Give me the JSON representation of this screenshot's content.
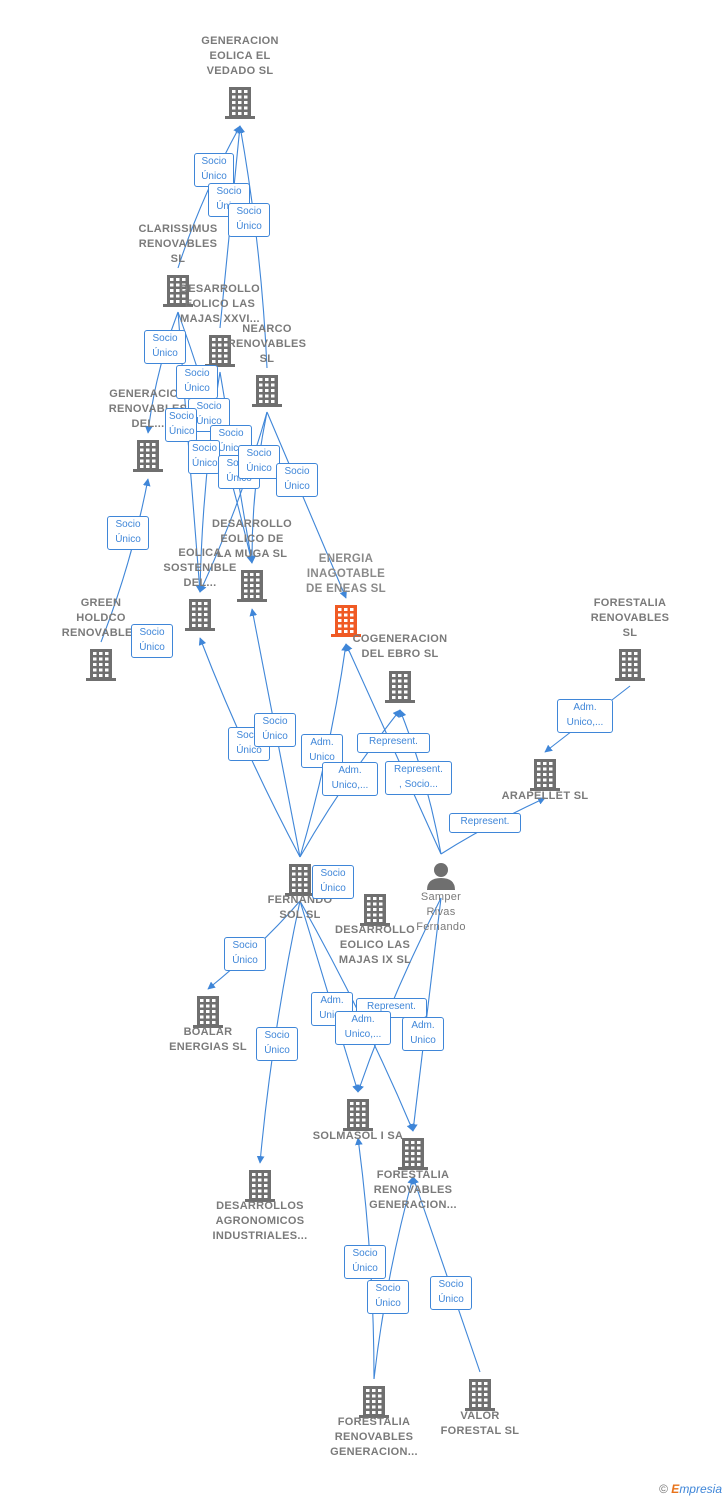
{
  "colors": {
    "edge": "#3f86d8",
    "building": "#6f6f6f",
    "main_building": "#f05a24",
    "badge_border": "#3f86d8",
    "label": "#7a7a7a"
  },
  "nodes": [
    {
      "id": "n1",
      "icon": "building-icon",
      "lines": [
        "GENERACION",
        "EOLICA EL",
        "VEDADO SL"
      ]
    },
    {
      "id": "n2",
      "icon": "building-icon",
      "lines": [
        "CLARISSIMUS",
        "RENOVABLES",
        "SL"
      ]
    },
    {
      "id": "n3",
      "icon": "building-icon",
      "lines": [
        "DESARROLLO",
        "EOLICO LAS",
        "MAJAS XXVI..."
      ]
    },
    {
      "id": "n4",
      "icon": "building-icon",
      "lines": [
        "NEARCO",
        "RENOVABLES",
        "SL"
      ]
    },
    {
      "id": "n5",
      "icon": "building-icon",
      "lines": [
        "GENERACION",
        "RENOVABLES",
        "DEL..."
      ]
    },
    {
      "id": "n6",
      "icon": "building-icon",
      "lines": [
        "DESARROLLO",
        "EOLICO DE",
        "LA MUGA SL"
      ]
    },
    {
      "id": "n7",
      "icon": "building-icon",
      "lines": [
        "EOLICA",
        "SOSTENIBLE",
        "DEL..."
      ]
    },
    {
      "id": "n8",
      "icon": "building-icon",
      "main": true,
      "lines": [
        "ENERGIA",
        "INAGOTABLE",
        "DE ENEAS  SL"
      ]
    },
    {
      "id": "n9",
      "icon": "building-icon",
      "lines": [
        "GREEN",
        "HOLDCO",
        "RENOVABLES"
      ]
    },
    {
      "id": "n10",
      "icon": "building-icon",
      "lines": [
        "COGENERACION",
        "DEL EBRO  SL"
      ]
    },
    {
      "id": "n11",
      "icon": "building-icon",
      "lines": [
        "FORESTALIA",
        "RENOVABLES",
        "SL"
      ]
    },
    {
      "id": "n12",
      "icon": "building-icon",
      "lines": [
        "ARAPELLET  SL"
      ]
    },
    {
      "id": "n13",
      "icon": "building-icon",
      "lines": [
        "FERNANDO",
        "SOL SL"
      ]
    },
    {
      "id": "n14",
      "icon": "person-icon",
      "lines": [
        "Samper",
        "Rivas",
        "Fernando"
      ]
    },
    {
      "id": "n15",
      "icon": "building-icon",
      "lines": [
        "DESARROLLO",
        "EOLICO LAS",
        "MAJAS IX  SL"
      ]
    },
    {
      "id": "n16",
      "icon": "building-icon",
      "lines": [
        "BOALAR",
        "ENERGIAS  SL"
      ]
    },
    {
      "id": "n17",
      "icon": "building-icon",
      "lines": [
        "SOLMASOL I SA"
      ]
    },
    {
      "id": "n18",
      "icon": "building-icon",
      "lines": [
        "FORESTALIA",
        "RENOVABLES",
        "GENERACION..."
      ]
    },
    {
      "id": "n19",
      "icon": "building-icon",
      "lines": [
        "DESARROLLOS",
        "AGRONOMICOS",
        "INDUSTRIALES..."
      ]
    },
    {
      "id": "n20",
      "icon": "building-icon",
      "lines": [
        "FORESTALIA",
        "RENOVABLES",
        "GENERACION..."
      ]
    },
    {
      "id": "n21",
      "icon": "building-icon",
      "lines": [
        "VALOR",
        "FORESTAL SL"
      ]
    }
  ],
  "edges": [
    {
      "from": "n2",
      "to": "n1"
    },
    {
      "from": "n3",
      "to": "n1"
    },
    {
      "from": "n4",
      "to": "n1"
    },
    {
      "from": "n2",
      "to": "n5"
    },
    {
      "from": "n2",
      "to": "n7"
    },
    {
      "from": "n2",
      "to": "n6"
    },
    {
      "from": "n3",
      "to": "n7"
    },
    {
      "from": "n3",
      "to": "n6"
    },
    {
      "from": "n4",
      "to": "n7"
    },
    {
      "from": "n4",
      "to": "n6"
    },
    {
      "from": "n4",
      "to": "n8"
    },
    {
      "from": "n9",
      "to": "n5"
    },
    {
      "from": "n13",
      "to": "n7"
    },
    {
      "from": "n13",
      "to": "n6"
    },
    {
      "from": "n13",
      "to": "n8"
    },
    {
      "from": "n13",
      "to": "n10"
    },
    {
      "from": "n14",
      "to": "n8"
    },
    {
      "from": "n14",
      "to": "n10"
    },
    {
      "from": "n14",
      "to": "n12"
    },
    {
      "from": "n11",
      "to": "n12"
    },
    {
      "from": "n13",
      "to": "n16"
    },
    {
      "from": "n13",
      "to": "n19"
    },
    {
      "from": "n13",
      "to": "n17"
    },
    {
      "from": "n13",
      "to": "n18"
    },
    {
      "from": "n14",
      "to": "n17"
    },
    {
      "from": "n14",
      "to": "n18"
    },
    {
      "from": "n20",
      "to": "n17"
    },
    {
      "from": "n20",
      "to": "n18"
    },
    {
      "from": "n21",
      "to": "n18"
    }
  ],
  "badges": [
    {
      "lines": [
        "Socio",
        "Único"
      ]
    },
    {
      "lines": [
        "Socio",
        "Único"
      ]
    },
    {
      "lines": [
        "Socio",
        "Único"
      ]
    },
    {
      "lines": [
        "Socio",
        "Único"
      ]
    },
    {
      "lines": [
        "Socio",
        "Único"
      ]
    },
    {
      "lines": [
        "Socio",
        "Único"
      ]
    },
    {
      "lines": [
        "Socio",
        "Único"
      ]
    },
    {
      "lines": [
        "Socio",
        "Único"
      ]
    },
    {
      "lines": [
        "Socio",
        "Único"
      ]
    },
    {
      "lines": [
        "Socio",
        "Único"
      ]
    },
    {
      "lines": [
        "Socio",
        "Único"
      ]
    },
    {
      "lines": [
        "Socio",
        "Único"
      ]
    },
    {
      "lines": [
        "Socio",
        "Único"
      ]
    },
    {
      "lines": [
        "Socio",
        "Único"
      ]
    },
    {
      "lines": [
        "Socio",
        "Único"
      ]
    },
    {
      "lines": [
        "Socio",
        "Único"
      ]
    },
    {
      "lines": [
        "Adm.",
        "Unico"
      ]
    },
    {
      "lines": [
        "Represent."
      ]
    },
    {
      "lines": [
        "Adm.",
        "Unico,..."
      ]
    },
    {
      "lines": [
        "Represent.",
        ", Socio..."
      ]
    },
    {
      "lines": [
        "Represent."
      ]
    },
    {
      "lines": [
        "Adm.",
        "Unico,..."
      ]
    },
    {
      "lines": [
        "Socio",
        "Único"
      ]
    },
    {
      "lines": [
        "Socio",
        "Único"
      ]
    },
    {
      "lines": [
        "Socio",
        "Único"
      ]
    },
    {
      "lines": [
        "Adm.",
        "Unico"
      ]
    },
    {
      "lines": [
        "Represent."
      ]
    },
    {
      "lines": [
        "Adm.",
        "Unico,..."
      ]
    },
    {
      "lines": [
        "Adm.",
        "Unico"
      ]
    },
    {
      "lines": [
        "Socio",
        "Único"
      ]
    },
    {
      "lines": [
        "Socio",
        "Único"
      ]
    },
    {
      "lines": [
        "Socio",
        "Único"
      ]
    }
  ],
  "footer": {
    "copyright": "©",
    "brand_e": "E",
    "brand_rest": "mpresia"
  }
}
